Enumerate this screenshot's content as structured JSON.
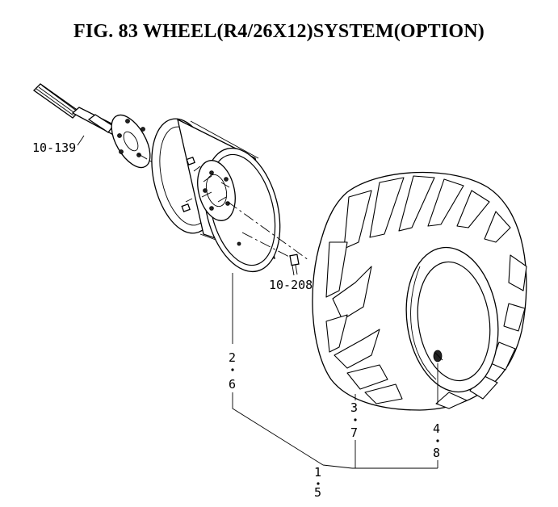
{
  "figure": {
    "title": "FIG. 83  WHEEL(R4/26X12)SYSTEM(OPTION)"
  },
  "callouts": {
    "axle": "10-139",
    "bolt": "10-208",
    "rim_top": "2",
    "rim_bottom": "6",
    "tire_top": "3",
    "tire_bottom": "7",
    "valve_top": "4",
    "valve_bottom": "8",
    "assembly_top": "1",
    "assembly_bottom": "5"
  }
}
